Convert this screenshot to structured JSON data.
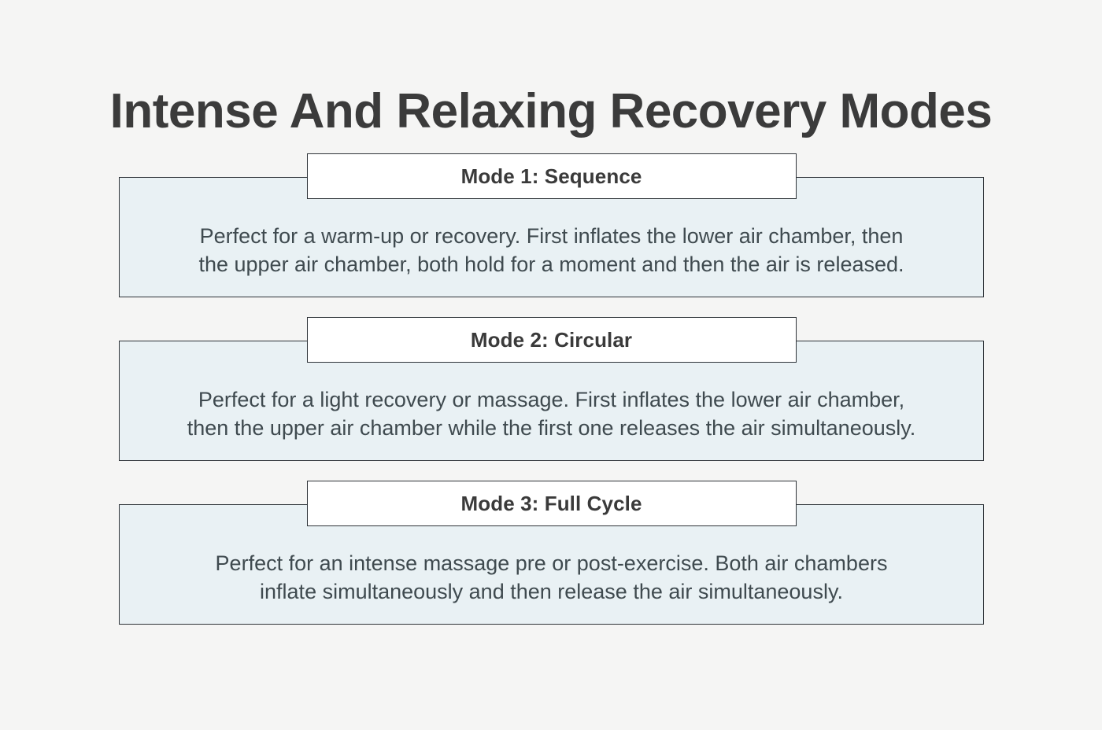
{
  "page": {
    "title": "Intense And Relaxing Recovery Modes",
    "background_color": "#f5f5f4",
    "title_color": "#3b3b3b"
  },
  "theme": {
    "card_fill": "#e9f1f4",
    "card_border": "#2e3338",
    "header_fill": "#ffffff",
    "header_text_color": "#3a3a3a",
    "body_text_color": "#3f4a4f"
  },
  "cards": [
    {
      "header": "Mode 1: Sequence",
      "body": "Perfect for a warm-up or recovery. First inflates the lower air chamber, then the upper air chamber, both hold for a moment and then the air is released."
    },
    {
      "header": "Mode 2: Circular",
      "body": "Perfect for a light recovery or massage. First inflates the lower air chamber, then the upper air chamber while the first one releases the air simultaneously."
    },
    {
      "header": "Mode 3: Full Cycle",
      "body": "Perfect for an intense massage pre or post-exercise. Both air chambers inflate simultaneously and then release the air simultaneously."
    }
  ]
}
